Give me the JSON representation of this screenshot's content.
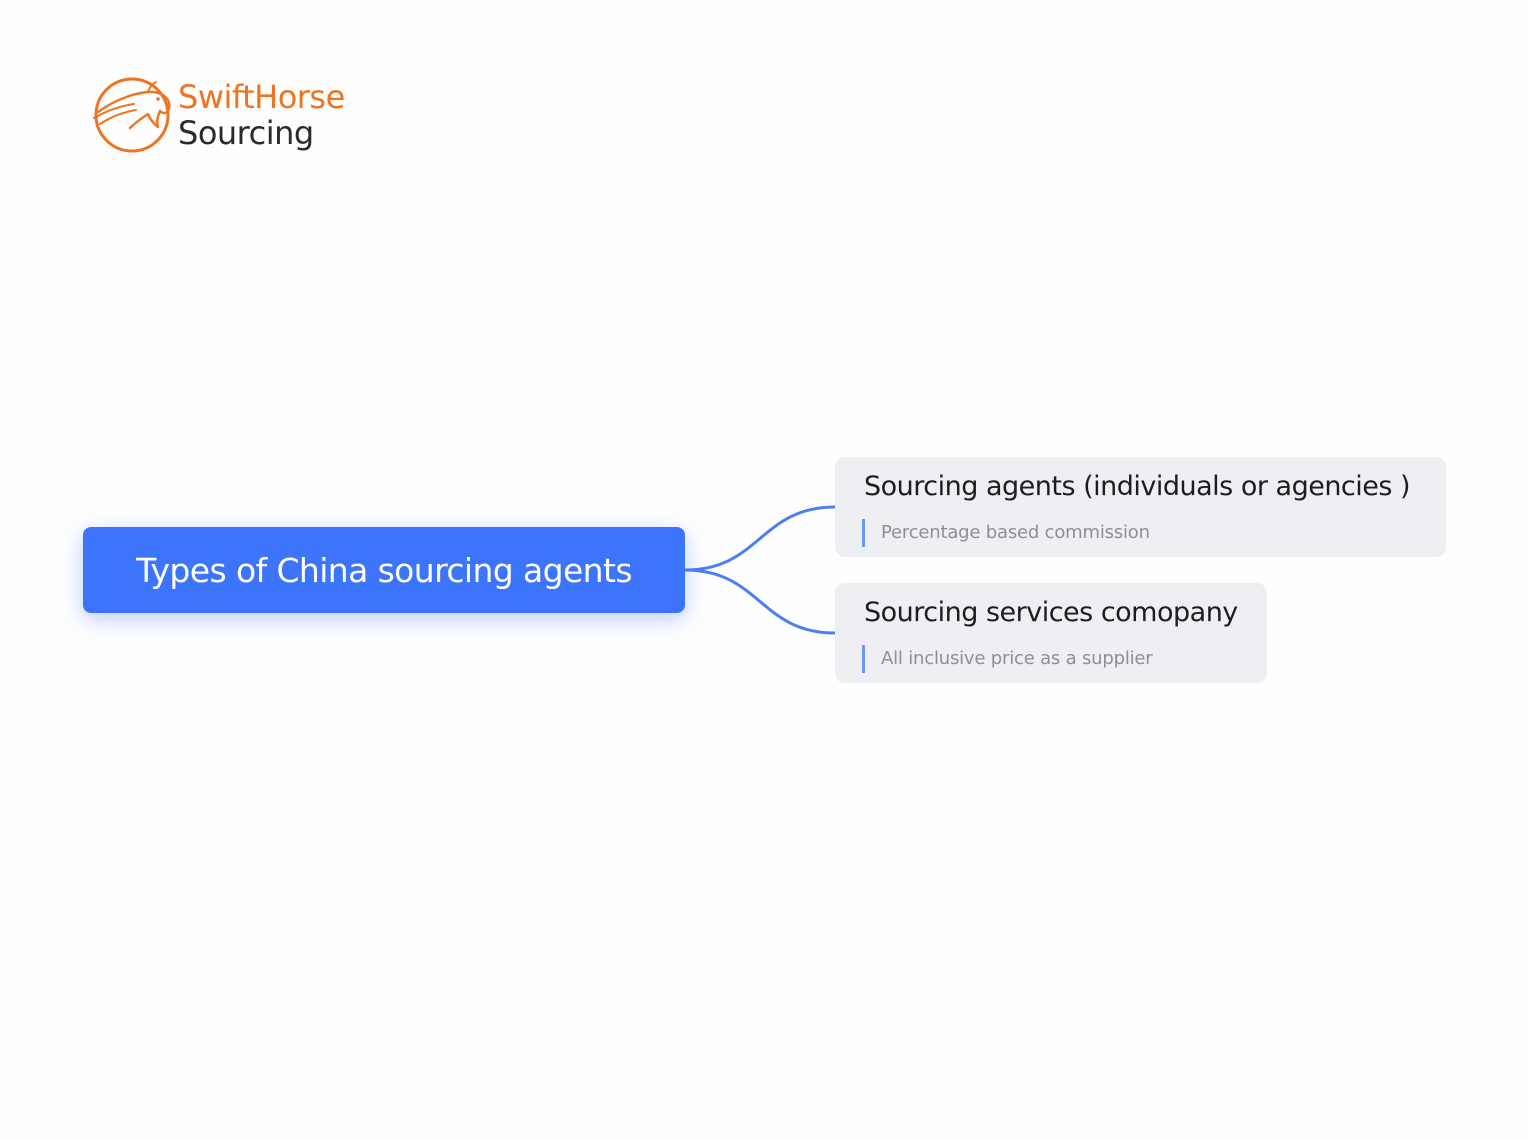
{
  "logo": {
    "line1": "SwiftHorse",
    "line2": "Sourcing",
    "icon": "horse-head-icon",
    "colors": {
      "accent": "#f0731f",
      "text": "#2b2b2b"
    }
  },
  "mindmap": {
    "root": {
      "label": "Types of China sourcing agents"
    },
    "branches": [
      {
        "title": "Sourcing agents (individuals or agencies )",
        "note": "Percentage based commission"
      },
      {
        "title": "Sourcing services comopany",
        "note": "All inclusive price as a supplier"
      }
    ]
  },
  "colors": {
    "root_fill": "#3c74fb",
    "connector": "#4a7ef6",
    "branch_fill": "#eeeff2",
    "note_bar": "#6a98fb"
  }
}
